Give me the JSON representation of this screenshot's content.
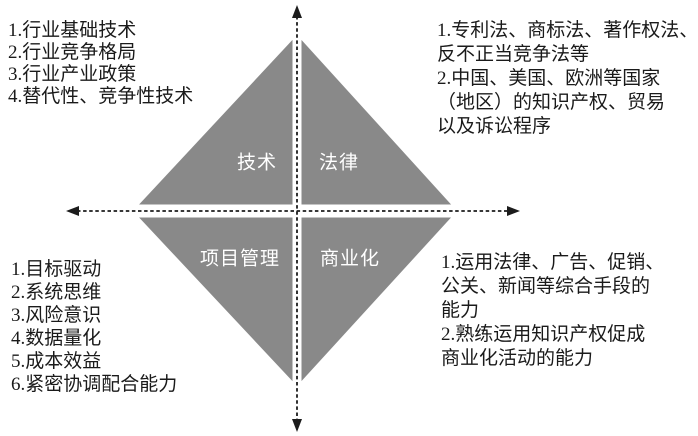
{
  "colors": {
    "bg": "#ffffff",
    "diamond": "#898989",
    "axis": "#1c1c1c",
    "label": "#ffffff",
    "notes": "#1a1a1a"
  },
  "quadrant_labels": {
    "top_left": "技术",
    "top_right": "法律",
    "bottom_left": "项目管理",
    "bottom_right": "商业化"
  },
  "notes": {
    "top_left": {
      "lines": [
        "1.行业基础技术",
        "2.行业竞争格局",
        "3.行业产业政策",
        "4.替代性、竞争性技术"
      ]
    },
    "top_right": {
      "lines": [
        "1.专利法、商标法、著作权法、",
        "反不正当竞争法等",
        "2.中国、美国、欧洲等国家",
        "（地区）的知识产权、贸易",
        "以及诉讼程序"
      ]
    },
    "bottom_left": {
      "lines": [
        "1.目标驱动",
        "2.系统思维",
        "3.风险意识",
        "4.数据量化",
        "5.成本效益",
        "6.紧密协调配合能力"
      ]
    },
    "bottom_right": {
      "lines": [
        "1.运用法律、广告、促销、",
        "公关、新闻等综合手段的",
        "能力",
        "2.熟练运用知识产权促成",
        "商业化活动的能力"
      ]
    }
  }
}
